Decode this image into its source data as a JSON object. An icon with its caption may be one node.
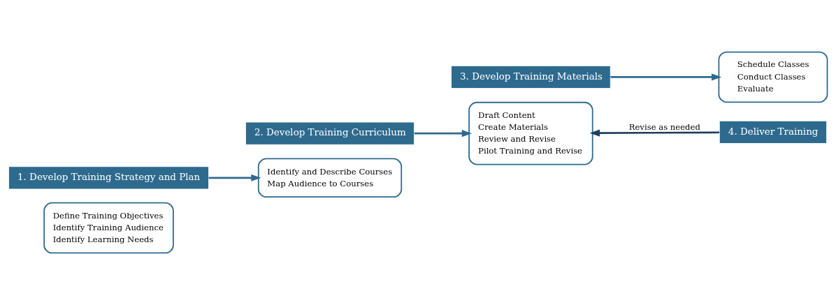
{
  "diagram": {
    "nodes": [
      {
        "text": [
          "Define Training Objectives",
          "Identify Training Audience",
          "Identify Learning Needs"
        ]
      },
      {
        "text": [
          "1. Develop Training Strategy and Plan"
        ]
      },
      {
        "text": [
          "Identify and Describe Courses",
          "Map Audience to Courses"
        ]
      },
      {
        "text": [
          "2. Develop Training Curriculum"
        ]
      },
      {
        "text": [
          "Draft Content",
          "Create Materials",
          "Review and Revise",
          "Pilot Training and Revise"
        ]
      },
      {
        "text": [
          "3. Develop Training Materials"
        ]
      },
      {
        "text": [
          "Schedule Classes",
          "Conduct Classes",
          "Evaluate"
        ]
      },
      {
        "text": [
          "4. Deliver Training"
        ]
      }
    ],
    "edges": [
      {
        "from": 1,
        "to": 2,
        "arrow": "to"
      },
      {
        "from": 3,
        "to": 4,
        "arrow": "to"
      },
      {
        "from": 5,
        "to": 6,
        "arrow": "to"
      },
      {
        "from": 7,
        "to": 4,
        "arrow": "to",
        "label": "Revise as needed",
        "color": "#1d3f5e"
      }
    ]
  }
}
